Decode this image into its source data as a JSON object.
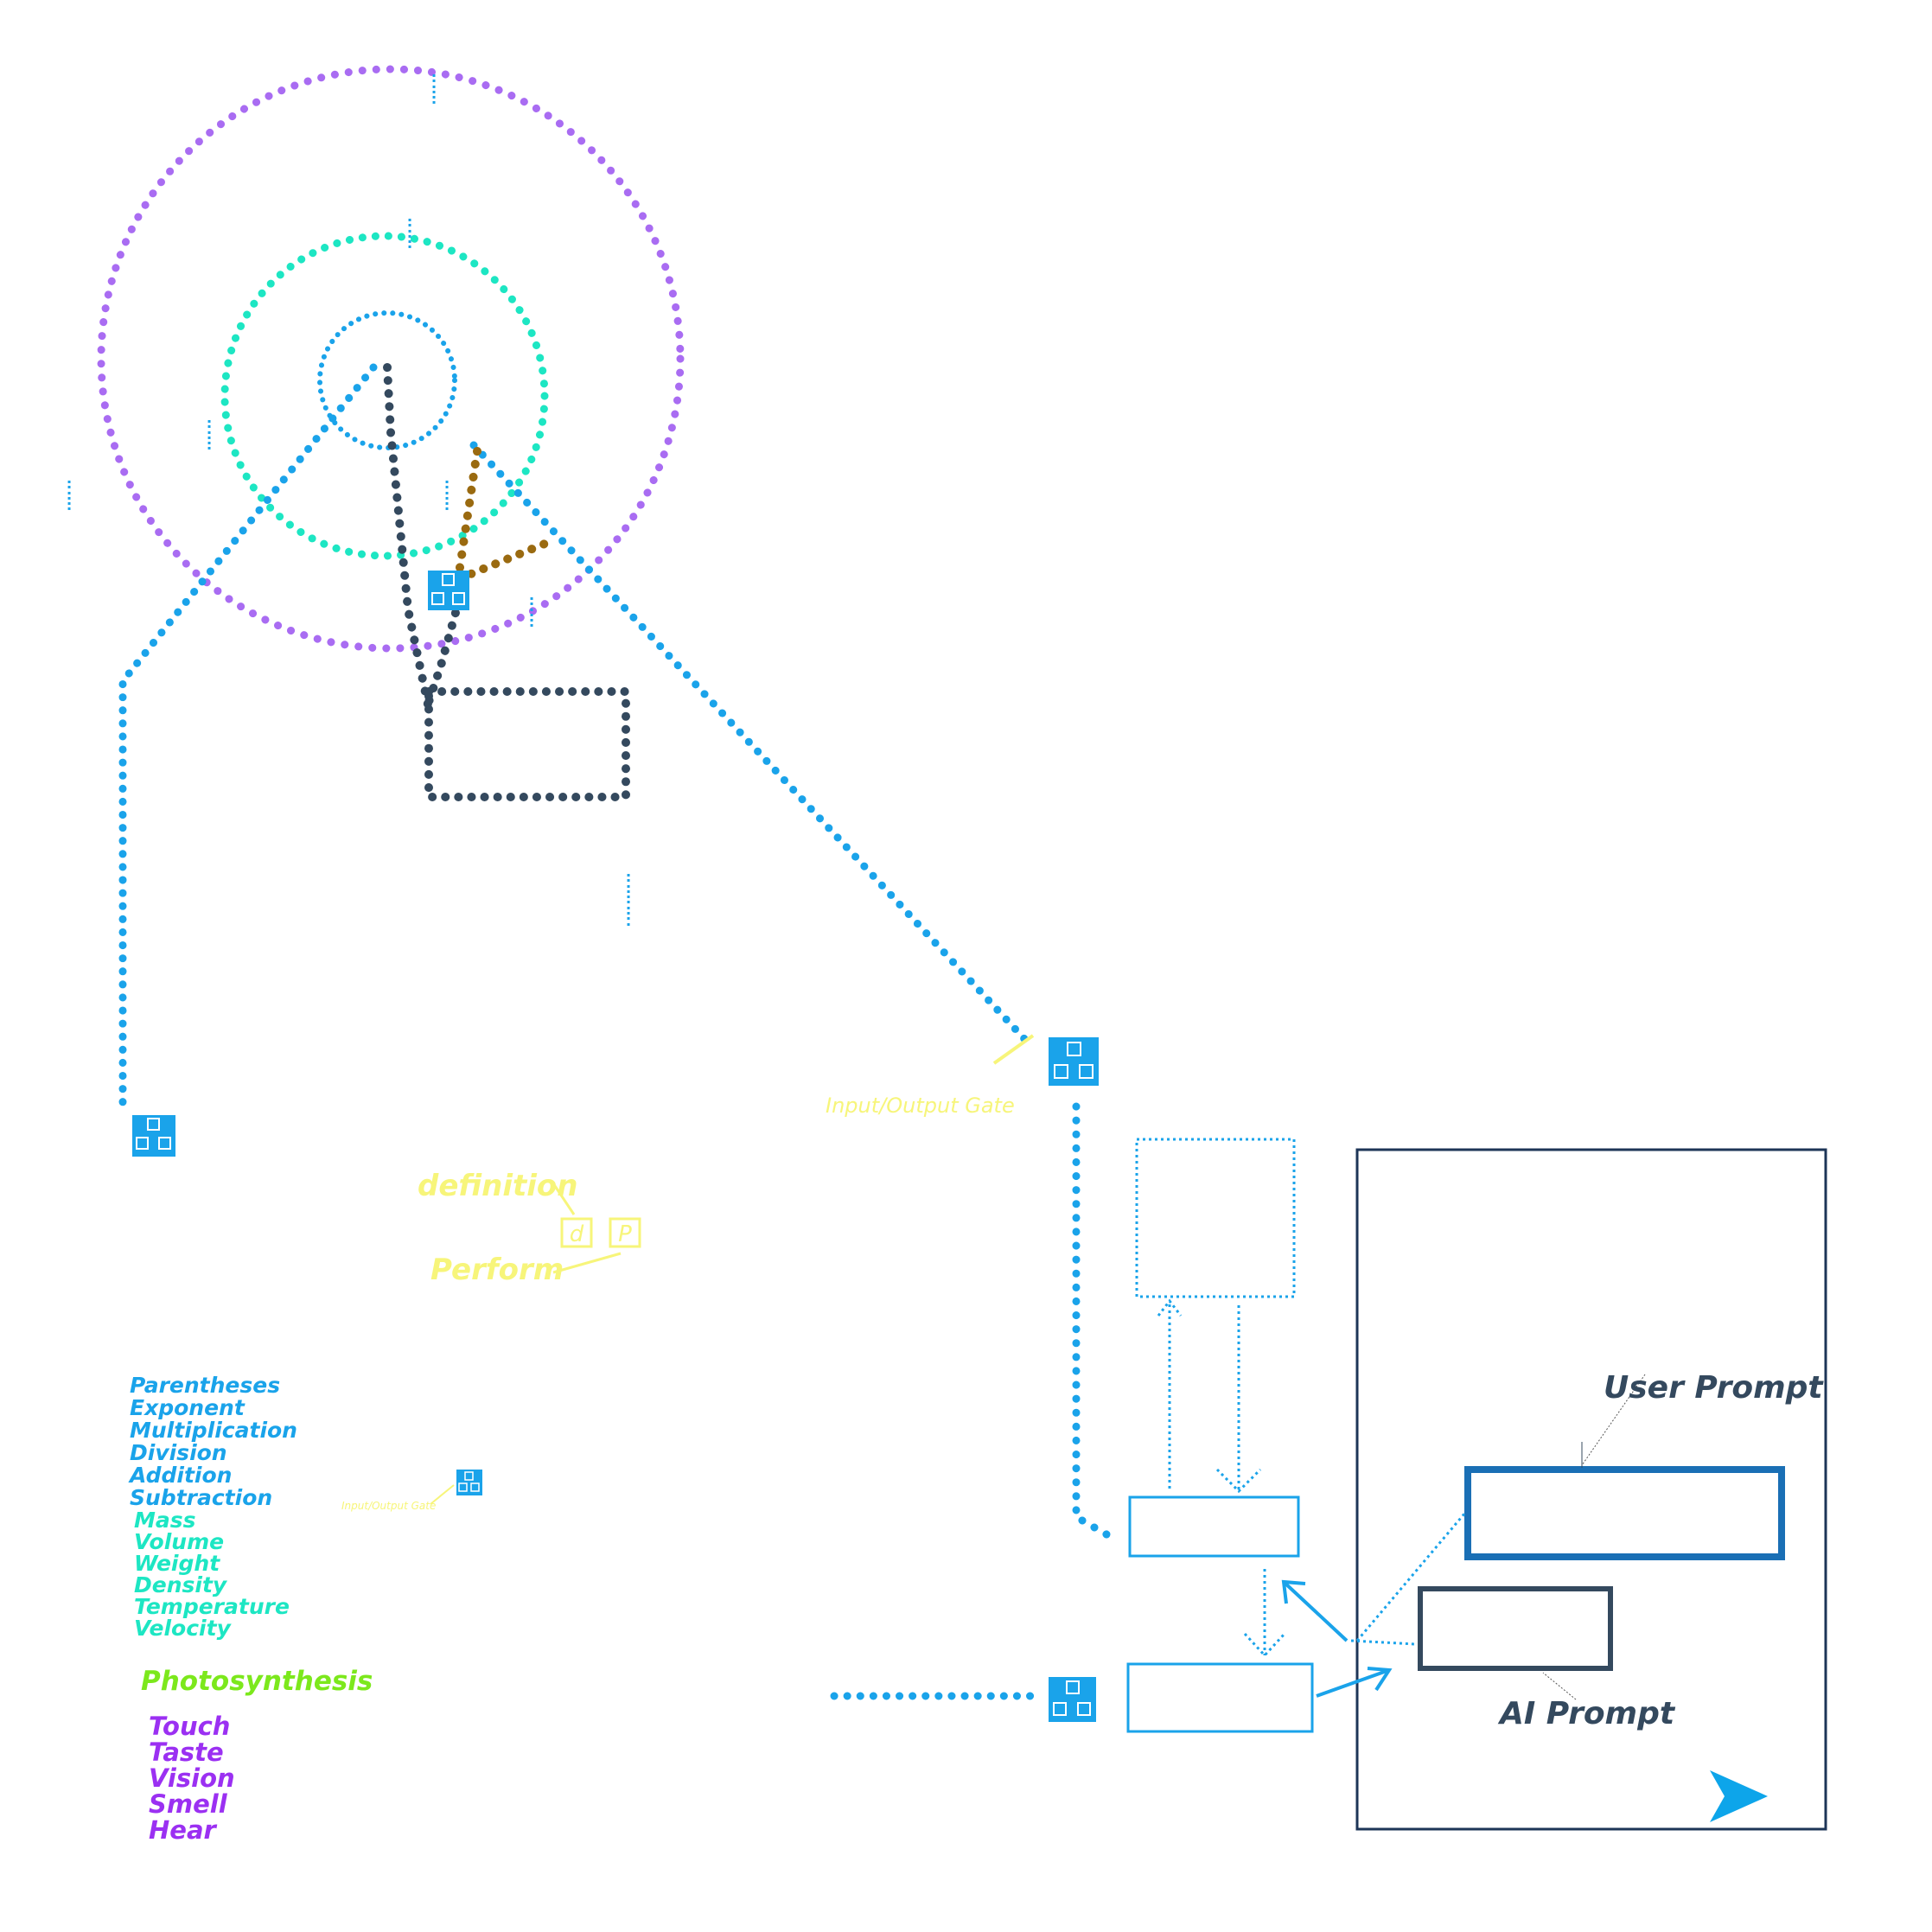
{
  "labels": {
    "io_gate": "Input/Output Gate",
    "io_gate_small": "Input/Output Gate",
    "definition": "definition",
    "perform": "Perform",
    "d_box": "d",
    "p_box": "P",
    "user_prompt": "User Prompt",
    "ai_prompt": "AI Prompt"
  },
  "lists": {
    "operations": [
      "Parentheses",
      "Exponent",
      "Multiplication",
      "Division",
      "Addition",
      "Subtraction"
    ],
    "physical": [
      "Mass",
      "Volume",
      "Weight",
      "Density",
      "Temperature",
      "Velocity"
    ],
    "biology": "Photosynthesis",
    "senses": [
      "Touch",
      "Taste",
      "Vision",
      "Smell",
      "Hear"
    ]
  },
  "colors": {
    "blue": "#1aa3ea",
    "teal": "#1de6c3",
    "purple": "#a96cf2",
    "navy": "#34495e",
    "brown": "#9a6a10",
    "yellow": "#f7f57a",
    "green": "#7ce81c",
    "violet": "#9b30f2",
    "prompt_box": "#1a6fb5"
  },
  "icons": {
    "gate": "three-squares-gate-icon",
    "send": "send-arrow-icon"
  }
}
